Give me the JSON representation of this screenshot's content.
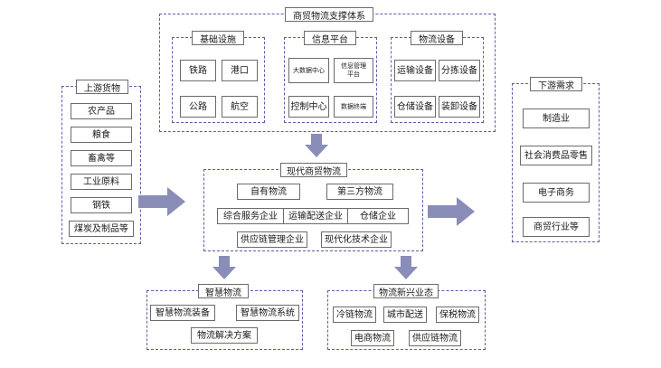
{
  "top": {
    "title": "商贸物流支撑体系",
    "infra": {
      "title": "基础设施",
      "items": [
        "铁路",
        "港口",
        "公路",
        "航空"
      ]
    },
    "info": {
      "title": "信息平台",
      "items": [
        "大数据中心",
        "信息管理平台",
        "控制中心",
        "数据终端"
      ]
    },
    "equip": {
      "title": "物流设备",
      "items": [
        "运输设备",
        "分拣设备",
        "仓储设备",
        "装卸设备"
      ]
    }
  },
  "upstream": {
    "title": "上游货物",
    "items": [
      "农产品",
      "粮食",
      "畜禽等",
      "工业原料",
      "钢铁",
      "煤炭及制品等"
    ]
  },
  "center": {
    "title": "现代商贸物流",
    "items": [
      "自有物流",
      "第三方物流",
      "综合服务企业",
      "运输配送企业",
      "仓储企业",
      "供应链管理企业",
      "现代化技术企业"
    ]
  },
  "downstream": {
    "title": "下游需求",
    "items": [
      "制造业",
      "社会消费品零售",
      "电子商务",
      "商贸行业等"
    ]
  },
  "smart": {
    "title": "智慧物流",
    "items": [
      "智慧物流装备",
      "智慧物流系统",
      "物流解决方案"
    ]
  },
  "new": {
    "title": "物流新兴业态",
    "items": [
      "冷链物流",
      "城市配送",
      "保税物流",
      "电商物流",
      "供应链物流"
    ]
  },
  "colors": {
    "dash": "#5b5fa8",
    "arrow": "#8a8db8",
    "box_border": "#6b6b6b"
  },
  "icons": [
    "arrow-down-icon",
    "arrow-right-icon"
  ]
}
